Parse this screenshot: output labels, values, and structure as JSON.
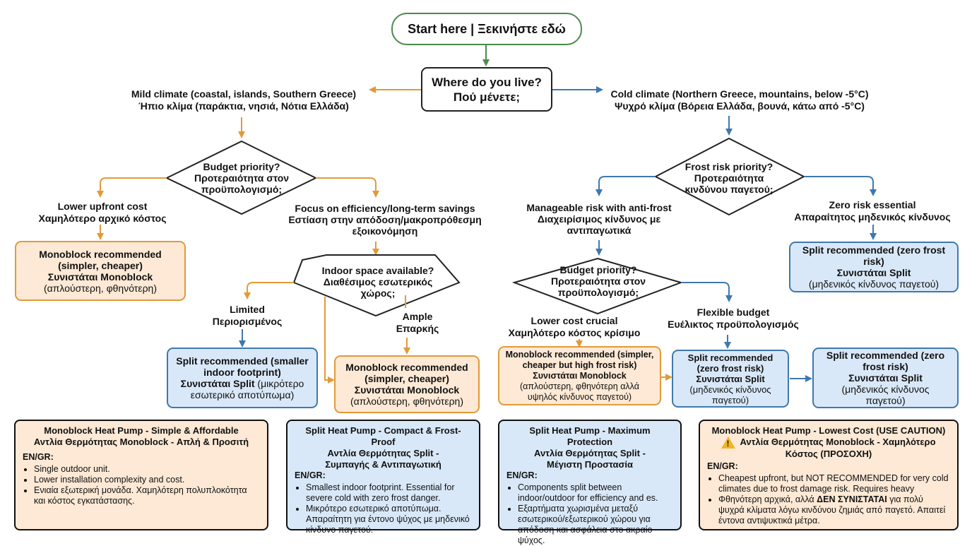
{
  "start": "Start here | Ξεκινήστε εδώ",
  "q_live": {
    "en": "Where do you live?",
    "gr": "Πού μένετε;"
  },
  "mild": {
    "en": "Mild climate (coastal, islands, Southern Greece)",
    "gr": "Ήπιο κλίμα (παράκτια, νησιά, Νότια Ελλάδα)"
  },
  "cold": {
    "en": "Cold climate (Northern Greece, mountains, below -5°C)",
    "gr": "Ψυχρό κλίμα (Βόρεια Ελλάδα, βουνά, κάτω από -5°C)"
  },
  "budget_left": {
    "l1": "Budget priority?",
    "l2": "Προτεραιότητα στον",
    "l3": "προϋπολογισμό;"
  },
  "lower_upfront": {
    "en": "Lower upfront cost",
    "gr": "Χαμηλότερο αρχικό κόστος"
  },
  "efficiency": {
    "l1": "Focus on efficiency/long-term savings",
    "l2": "Εστίαση στην απόδοση/μακροπρόθεσμη",
    "l3": "εξοικονόμηση"
  },
  "mono_left": {
    "l1": "Monoblock recommended",
    "l2": "(simpler, cheaper)",
    "l3": "Συνιστάται Monoblock",
    "l4": "(απλούστερη, φθηνότερη)"
  },
  "indoor": {
    "l1": "Indoor space available?",
    "l2": "Διαθέσιμος εσωτερικός",
    "l3": "χώρος;"
  },
  "limited": {
    "en": "Limited",
    "gr": "Περιορισμένος"
  },
  "ample": {
    "en": "Ample",
    "gr": "Επαρκής"
  },
  "split_small": {
    "l1": "Split recommended (smaller",
    "l2": "indoor footprint)",
    "l3": "Συνιστάται Split",
    "l3b": " (μικρότερο",
    "l4": "εσωτερικό αποτύπωμα)"
  },
  "mono_ample": {
    "l1": "Monoblock recommended",
    "l2": "(simpler, cheaper)",
    "l3": "Συνιστάται Monoblock",
    "l4": "(απλούστερη, φθηνότερη)"
  },
  "frost": {
    "l1": "Frost risk priority?",
    "l2": "Προτεραιότητα",
    "l3": "κινδύνου παγετού;"
  },
  "manageable": {
    "l1": "Manageable risk with anti-frost",
    "l2": "Διαχειρίσιμος κίνδυνος με",
    "l3": "αντιπαγωτικά"
  },
  "zero_essential": {
    "en": "Zero risk essential",
    "gr": "Απαραίτητος μηδενικός κίνδυνος"
  },
  "split_zero_top": {
    "l1": "Split recommended (zero frost",
    "l2": "risk)",
    "l3": "Συνιστάται Split",
    "l4": "(μηδενικός κίνδυνος παγετού)"
  },
  "budget_right": {
    "l1": "Budget priority?",
    "l2": "Προτεραιότητα στον",
    "l3": "προϋπολογισμό;"
  },
  "lower_crucial": {
    "en": "Lower cost crucial",
    "gr": "Χαμηλότερο κόστος κρίσιμο"
  },
  "flexible": {
    "en": "Flexible budget",
    "gr": "Ευέλικτος προϋπολογισμός"
  },
  "mono_frost": {
    "l1": "Monoblock recommended (simpler,",
    "l2": "cheaper but high frost risk)",
    "l3": "Συνιστάται Monoblock",
    "l4": "(απλούστερη, φθηνότερη αλλά",
    "l5": "υψηλός κίνδυνος παγετού)"
  },
  "split_mid": {
    "l1": "Split recommended",
    "l2": "(zero frost risk)",
    "l3": "Συνιστάται Split",
    "l4": "(μηδενικός κίνδυνος",
    "l5": "παγετού)"
  },
  "split_right": {
    "l1": "Split recommended (zero",
    "l2": "frost risk)",
    "l3": "Συνιστάται Split",
    "l4": "(μηδενικός κίνδυνος",
    "l5": "παγετού)"
  },
  "info1": {
    "h1": "Monoblock Heat Pump - Simple & Affordable",
    "h2": "Αντλία Θερμότητας Monoblock - Απλή & Προσιτή",
    "engr": "EN/GR:",
    "items": [
      "Single outdoor unit.",
      "Lower installation complexity and cost.",
      "Ενιαία εξωτερική μονάδα. Χαμηλότερη πολυπλοκότητα και κόστος εγκατάστασης."
    ]
  },
  "info2": {
    "h1": "Split Heat Pump - Compact & Frost-Proof",
    "h2": "Αντλία Θερμότητας Split -",
    "h3": "Συμπαγής & Αντιπαγωτική",
    "engr": "EN/GR:",
    "items": [
      "Smallest indoor footprint. Essential for severe cold with zero frost danger.",
      "Μικρότερο εσωτερικό αποτύπωμα. Απαραίτητη για έντονο ψύχος με μηδενικό κίνδυνο παγετού."
    ]
  },
  "info3": {
    "h1": "Split Heat Pump - Maximum Protection",
    "h2": "Αντλία Θερμότητας Split -",
    "h3": "Μέγιστη Προστασία",
    "engr": "EN/GR:",
    "items": [
      "Components split between indoor/outdoor for efficiency and es.",
      "Εξαρτήματα χωρισμένα μεταξύ εσωτερικού/εξωτερικού χώρου για απόδοση και ασφάλεια στο ακραίο ψύχος."
    ]
  },
  "info4": {
    "h1": "Monoblock Heat Pump - Lowest Cost (USE CAUTION)",
    "h2": "Αντλία Θερμότητας Monoblock - Χαμηλότερο",
    "h3": "Κόστος (ΠΡΟΣΟΧΗ)",
    "engr": "EN/GR:",
    "item1": "Cheapest upfront, but NOT RECOMMENDED for very cold climates due to frost damage risk. Requires heavy",
    "item2a": "Φθηνότερη αρχικά, αλλά ",
    "item2b": "ΔΕΝ ΣΥΝΙΣΤΑΤΑΙ",
    "item2c": " για πολύ ψυχρά κλίματα λόγω κινδύνου ζημιάς από παγετό. Απαιτεί έντονα αντιψυκτικά μέτρα."
  },
  "colors": {
    "orange": "#e29a38",
    "blue": "#3f78ad",
    "green": "#4b8a4b",
    "orange_fill": "#fde9d5",
    "blue_fill": "#d9e8f8"
  }
}
